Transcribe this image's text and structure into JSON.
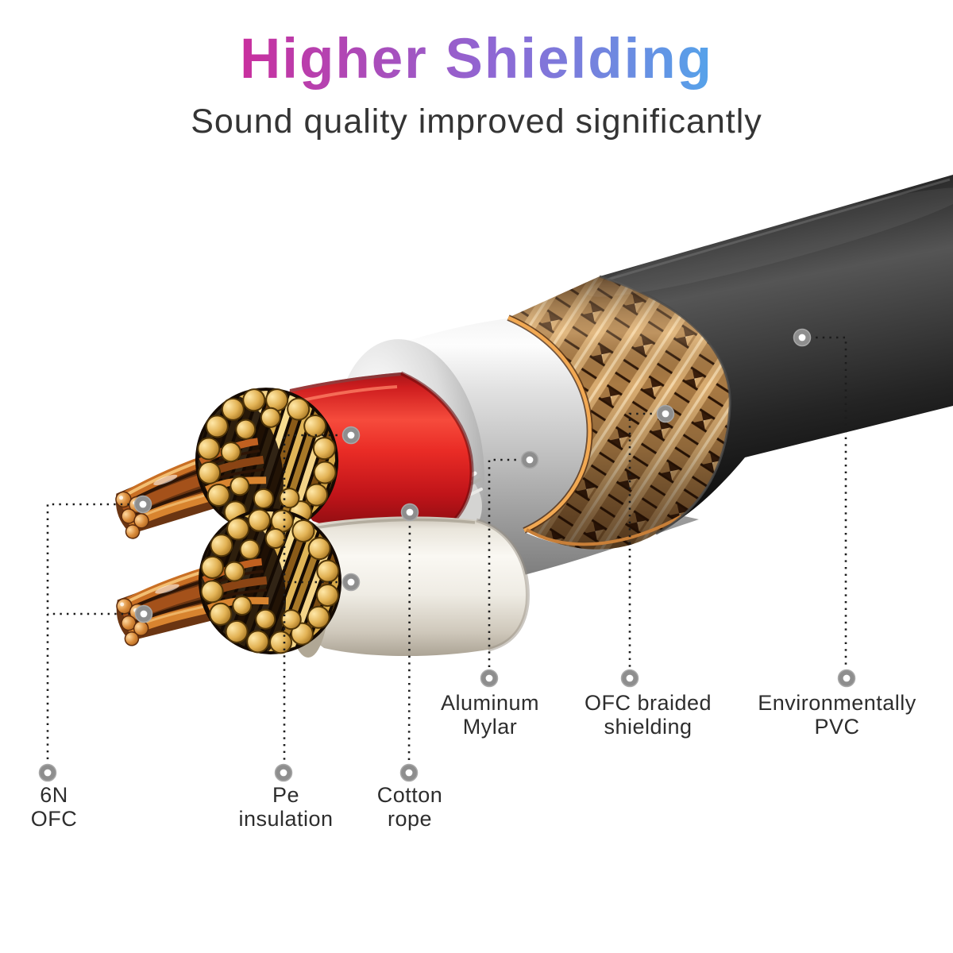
{
  "header": {
    "title": "Higher Shielding",
    "subtitle": "Sound quality improved significantly",
    "title_gradient": [
      "#c92f9e",
      "#8d69d5",
      "#55a3ea"
    ],
    "subtitle_color": "#343434"
  },
  "diagram": {
    "subject": "audio-cable-cutaway",
    "parts": [
      {
        "name": "copper-core",
        "color": "#c96f24"
      },
      {
        "name": "strand-bundle",
        "color": "#caa23f"
      },
      {
        "name": "pe-insulation-red",
        "color": "#e23128"
      },
      {
        "name": "pe-insulation-white",
        "color": "#efece4"
      },
      {
        "name": "cotton-rope",
        "color": "#e8e8e6"
      },
      {
        "name": "aluminum-mylar",
        "color": "#c6c6c6"
      },
      {
        "name": "ofc-braided-shielding",
        "color": "#c89058"
      },
      {
        "name": "pvc-jacket",
        "color": "#1a1a1a"
      }
    ]
  },
  "callouts": [
    {
      "id": "6n-ofc",
      "lines": [
        "6N",
        "OFC"
      ]
    },
    {
      "id": "pe-insulation",
      "lines": [
        "Pe",
        "insulation"
      ]
    },
    {
      "id": "cotton-rope",
      "lines": [
        "Cotton",
        "rope"
      ]
    },
    {
      "id": "aluminum-mylar",
      "lines": [
        "Aluminum",
        "Mylar"
      ]
    },
    {
      "id": "ofc-braided-shielding",
      "lines": [
        "OFC braided",
        "shielding"
      ]
    },
    {
      "id": "environmentally-pvc",
      "lines": [
        "Environmentally",
        "PVC"
      ]
    }
  ]
}
